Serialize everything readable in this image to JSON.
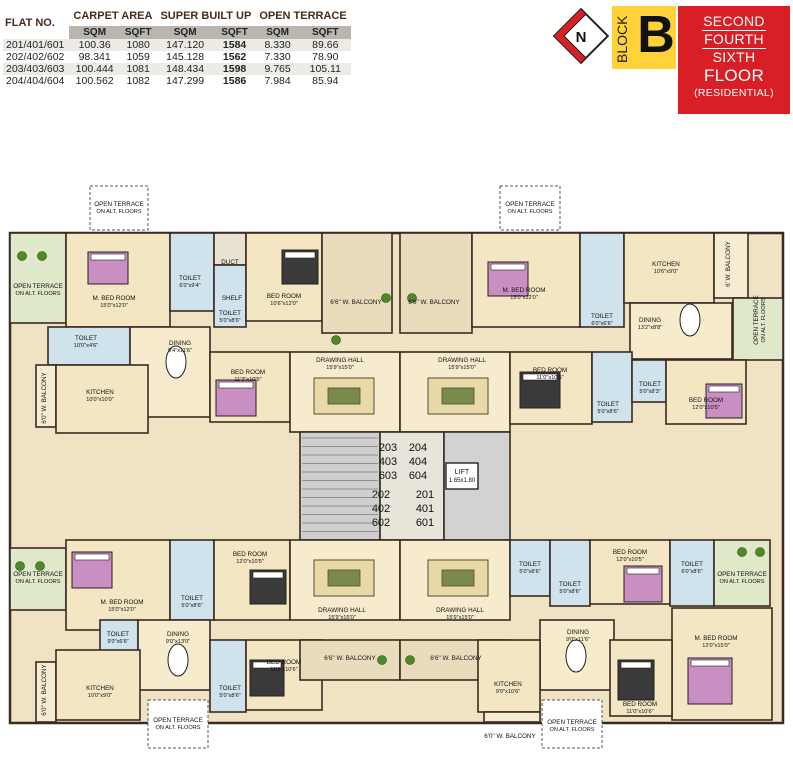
{
  "table": {
    "headers": [
      "FLAT NO.",
      "CARPET AREA",
      "SUPER BUILT UP",
      "OPEN TERRACE"
    ],
    "subheaders": [
      "SQM",
      "SQFT",
      "SQM",
      "SQFT",
      "SQM",
      "SQFT"
    ],
    "rows": [
      {
        "flat": "201/401/601",
        "carpet_sqm": "100.36",
        "carpet_sqft": "1080",
        "sbu_sqm": "147.120",
        "sbu_sqft": "1584",
        "terrace_sqm": "8.330",
        "terrace_sqft": "89.66"
      },
      {
        "flat": "202/402/602",
        "carpet_sqm": "98.341",
        "carpet_sqft": "1059",
        "sbu_sqm": "145.128",
        "sbu_sqft": "1562",
        "terrace_sqm": "7.330",
        "terrace_sqft": "78.90"
      },
      {
        "flat": "203/403/603",
        "carpet_sqm": "100.444",
        "carpet_sqft": "1081",
        "sbu_sqm": "148.434",
        "sbu_sqft": "1598",
        "terrace_sqm": "9.765",
        "terrace_sqft": "105.11"
      },
      {
        "flat": "204/404/604",
        "carpet_sqm": "100.562",
        "carpet_sqft": "1082",
        "sbu_sqm": "147.299",
        "sbu_sqft": "1586",
        "terrace_sqm": "7.984",
        "terrace_sqft": "85.94"
      }
    ]
  },
  "compass_label": "N",
  "block": {
    "word": "BLOCK",
    "letter": "B"
  },
  "floors": {
    "lines": [
      "SECOND",
      "FOURTH",
      "SIXTH"
    ],
    "title": "FLOOR",
    "subtitle": "(RESIDENTIAL)"
  },
  "colors": {
    "table_text": "#4a2a18",
    "badge_yellow": "#ffd23a",
    "badge_red": "#d81f26",
    "room_floor": "#efe3c4",
    "wall": "#3a2a22"
  },
  "plan": {
    "flat_numbers": {
      "tl": [
        "203",
        "403",
        "603"
      ],
      "tr": [
        "204",
        "404",
        "604"
      ],
      "bl": [
        "202",
        "402",
        "602"
      ],
      "br": [
        "201",
        "401",
        "601"
      ]
    },
    "lift": {
      "label": "LIFT",
      "size": "1.65x1.80"
    },
    "rooms": {
      "ot_top_l": [
        "OPEN TERRACE",
        "ON ALT. FLOORS"
      ],
      "ot_top_r": [
        "OPEN TERRACE",
        "ON ALT. FLOORS"
      ],
      "ot_left_top": [
        "OPEN TERRACE",
        "ON ALT. FLOORS"
      ],
      "ot_left_bottom": [
        "OPEN TERRACE",
        "ON ALT. FLOORS"
      ],
      "ot_right_top": [
        "OPEN TERRACE",
        "ON ALT. FLOORS"
      ],
      "ot_right_bottom": [
        "OPEN TERRACE",
        "ON ALT. FLOORS"
      ],
      "ot_bottom_l": [
        "OPEN TERRACE",
        "ON ALT. FLOORS"
      ],
      "ot_bottom_r": [
        "OPEN TERRACE",
        "ON ALT. FLOORS"
      ],
      "tl_mbed": [
        "M. BED ROOM",
        "15'0\"x12'0\""
      ],
      "tl_toilet1": [
        "TOILET",
        "6'0\"x9'4\""
      ],
      "tl_duct": [
        "DUCT"
      ],
      "tl_shelf": [
        "SHELF"
      ],
      "tl_toilet2": [
        "TOILET",
        "5'0\"x8'6\""
      ],
      "tl_bed": [
        "BED ROOM",
        "10'6\"x12'0\""
      ],
      "tl_balcony": [
        "6'6\" W. BALCONY"
      ],
      "tl_toilet3": [
        "TOILET",
        "10'0\"x4'6\""
      ],
      "tl_dining": [
        "DINING",
        "9'4\"x11'6\""
      ],
      "tl_kitchen": [
        "KITCHEN",
        "10'0\"x10'0\""
      ],
      "tl_kbalcony": [
        "6'0\" W. BALCONY"
      ],
      "tl_bed2": [
        "BED ROOM",
        "11'3\"x10'5\""
      ],
      "tl_drawing": [
        "DRAWING HALL",
        "15'9\"x15'0\""
      ],
      "tr_drawing": [
        "DRAWING HALL",
        "15'9\"x15'0\""
      ],
      "tr_balcony": [
        "6'6\" W. BALCONY"
      ],
      "tr_mbed": [
        "M. BED ROOM",
        "15'0\"x12'0\""
      ],
      "tr_toilet1": [
        "TOILET",
        "6'0\"x6'6\""
      ],
      "tr_kitchen": [
        "KITCHEN",
        "10'6\"x9'0\""
      ],
      "tr_kbalcony": [
        "6' W. BALCONY"
      ],
      "tr_dining": [
        "DINING",
        "13'2\"x8'8\""
      ],
      "tr_bed": [
        "BED ROOM",
        "11'0\"x10'5\""
      ],
      "tr_toilet2": [
        "TOILET",
        "5'0\"x8'6\""
      ],
      "tr_toilet3": [
        "TOILET",
        "5'0\"x8'3\""
      ],
      "tr_bed2": [
        "BED ROOM",
        "12'0\"x10'5\""
      ],
      "bl_mbed": [
        "M. BED ROOM",
        "15'0\"x12'0\""
      ],
      "bl_toilet1": [
        "TOILET",
        "5'0\"x8'6\""
      ],
      "bl_bed": [
        "BED ROOM",
        "12'0\"x10'5\""
      ],
      "bl_toilet2": [
        "TOILET",
        "9'0\"x6'6\""
      ],
      "bl_dining": [
        "DINING",
        "9'0\"x13'0\""
      ],
      "bl_kitchen": [
        "KITCHEN",
        "10'0\"x9'0\""
      ],
      "bl_kbalcony": [
        "6'0\" W. BALCONY"
      ],
      "bl_toilet3": [
        "TOILET",
        "5'0\"x8'6\""
      ],
      "bl_bed2": [
        "BED ROOM",
        "11'0\"x10'6\""
      ],
      "bl_balcony": [
        "6'6\" W. BALCONY"
      ],
      "bl_drawing": [
        "DRAWING HALL",
        "15'9\"x15'0\""
      ],
      "br_drawing": [
        "DRAWING HALL",
        "15'9\"x15'0\""
      ],
      "br_balcony": [
        "6'6\" W. BALCONY"
      ],
      "br_toilet1": [
        "TOILET",
        "5'0\"x8'6\""
      ],
      "br_toilet2": [
        "TOILET",
        "5'0\"x8'6\""
      ],
      "br_bed": [
        "BED ROOM",
        "12'0\"x10'5\""
      ],
      "br_toilet3": [
        "TOILET",
        "6'0\"x8'6\""
      ],
      "br_dining": [
        "DINING",
        "9'0\"x11'6\""
      ],
      "br_kitchen": [
        "KITCHEN",
        "9'0\"x10'6\""
      ],
      "br_kbalcony": [
        "6'0\" W. BALCONY"
      ],
      "br_mbed": [
        "M. BED ROOM",
        "12'0\"x15'0\""
      ],
      "br_bed2": [
        "BED ROOM",
        "11'0\"x10'6\""
      ]
    }
  }
}
